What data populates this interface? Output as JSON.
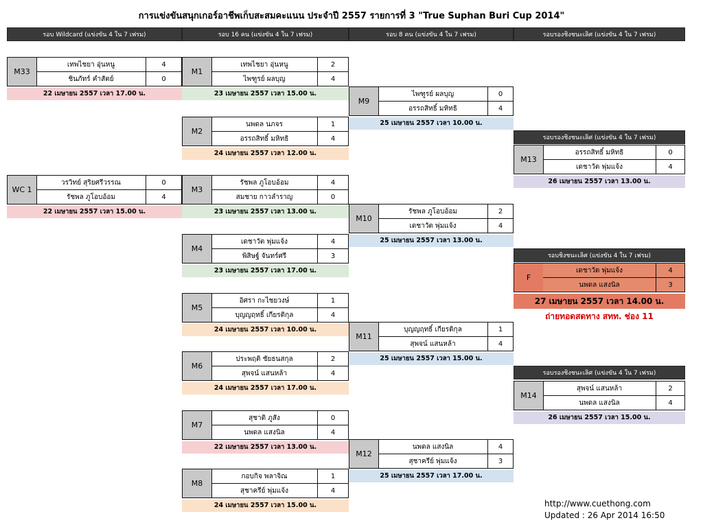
{
  "title": "การแข่งขันสนุกเกอร์อาชีพเก็บสะสมคะแนน ประจำปี 2557 รายการที่ 3 \"True Suphan Buri Cup 2014\"",
  "headers": [
    "รอบ Wildcard  (แข่งขัน 4 ใน 7 เฟรม)",
    "รอบ 16 คน  (แข่งขัน 4 ใน 7 เฟรม)",
    "รอบ 8 คน  (แข่งขัน 4 ใน 7 เฟรม)",
    "รอบรองชิงชนะเลิศ (แข่งขัน 4 ใน 7 เฟรม)"
  ],
  "semi_header": "รอบรองชิงชนะเลิศ (แข่งขัน 4 ใน 7 เฟรม)",
  "final_header": "รอบชิงชนะเลิศ (แข่งขัน 4 ใน 7 เฟรม)",
  "matches": {
    "M33": {
      "id": "M33",
      "p1": "เทพไชยา อุ่นหนู",
      "s1": "4",
      "p2": "ชินภัทร์ คำสัตย์",
      "s2": "0",
      "date": "22 เมษายน 2557 เวลา 17.00 น.",
      "color": "#f6cfd2"
    },
    "WC1": {
      "id": "WC 1",
      "p1": "วรวิทย์ สุริยศรีวรรณ",
      "s1": "0",
      "p2": "รัชพล ภูโอบอ้อม",
      "s2": "4",
      "date": "22 เมษายน 2557 เวลา 15.00 น.",
      "color": "#f6cfd2"
    },
    "M1": {
      "id": "M1",
      "p1": "เทพไชยา อุ่นหนู",
      "s1": "2",
      "p2": "ไพฑูรย์ ผลบุญ",
      "s2": "4",
      "date": "23 เมษายน 2557 เวลา 15.00 น.",
      "color": "#dcebd9"
    },
    "M2": {
      "id": "M2",
      "p1": "นพดล นภจร",
      "s1": "1",
      "p2": "อรรถสิทธิ์ มหิทธิ",
      "s2": "4",
      "date": "24 เมษายน 2557 เวลา 12.00 น.",
      "color": "#fbe1c8"
    },
    "M3": {
      "id": "M3",
      "p1": "รัชพล ภูโอบอ้อม",
      "s1": "4",
      "p2": "สมชาย กาวลำราญ",
      "s2": "0",
      "date": "23 เมษายน 2557 เวลา 13.00 น.",
      "color": "#dcebd9"
    },
    "M4": {
      "id": "M4",
      "p1": "เดชาวัต พุ่มแจ้ง",
      "s1": "4",
      "p2": "พิสิษฐ์ จันทร์ศรี",
      "s2": "3",
      "date": "23 เมษายน 2557 เวลา 17.00 น.",
      "color": "#dcebd9"
    },
    "M5": {
      "id": "M5",
      "p1": "อิศรา กะไชยวงษ์",
      "s1": "1",
      "p2": "บุญญฤทธิ์ เกียรติกุล",
      "s2": "4",
      "date": "24 เมษายน 2557 เวลา 10.00 น.",
      "color": "#fbe1c8"
    },
    "M6": {
      "id": "M6",
      "p1": "ประพฤติ ชัยธนสกุล",
      "s1": "2",
      "p2": "สุพจน์ แสนหล้า",
      "s2": "4",
      "date": "24 เมษายน 2557 เวลา 17.00 น.",
      "color": "#fbe1c8"
    },
    "M7": {
      "id": "M7",
      "p1": "สุชาติ ภูสัง",
      "s1": "0",
      "p2": "นพดล แสงนิล",
      "s2": "4",
      "date": "22 เมษายน 2557 เวลา 13.00 น.",
      "color": "#f6cfd2"
    },
    "M8": {
      "id": "M8",
      "p1": "กอบกิจ พลาจิณ",
      "s1": "1",
      "p2": "สุชาครีย์ พุ่มแจ้ง",
      "s2": "4",
      "date": "24 เมษายน 2557 เวลา 15.00 น.",
      "color": "#fbe1c8"
    },
    "M9": {
      "id": "M9",
      "p1": "ไพฑูรย์ ผลบุญ",
      "s1": "0",
      "p2": "อรรถสิทธิ์ มหิทธิ",
      "s2": "4",
      "date": "25 เมษายน 2557 เวลา 10.00 น.",
      "color": "#d3e2f0"
    },
    "M10": {
      "id": "M10",
      "p1": "รัชพล ภูโอบอ้อม",
      "s1": "2",
      "p2": "เดชาวัต พุ่มแจ้ง",
      "s2": "4",
      "date": "25 เมษายน 2557 เวลา 13.00 น.",
      "color": "#d3e2f0"
    },
    "M11": {
      "id": "M11",
      "p1": "บุญญฤทธิ์ เกียรติกุล",
      "s1": "1",
      "p2": "สุพจน์ แสนหล้า",
      "s2": "4",
      "date": "25 เมษายน 2557 เวลา 15.00 น.",
      "color": "#d3e2f0"
    },
    "M12": {
      "id": "M12",
      "p1": "นพดล แสงนิล",
      "s1": "4",
      "p2": "สุชาครีย์ พุ่มแจ้ง",
      "s2": "3",
      "date": "25 เมษายน 2557 เวลา 17.00 น.",
      "color": "#d3e2f0"
    },
    "M13": {
      "id": "M13",
      "p1": "อรรถสิทธิ์ มหิทธิ",
      "s1": "0",
      "p2": "เดชาวัต พุ่มแจ้ง",
      "s2": "4",
      "date": "26 เมษายน 2557 เวลา 13.00 น.",
      "color": "#dcd6ea"
    },
    "M14": {
      "id": "M14",
      "p1": "สุพจน์ แสนหล้า",
      "s1": "2",
      "p2": "นพดล แสงนิล",
      "s2": "4",
      "date": "26 เมษายน 2557 เวลา 15.00 น.",
      "color": "#dcd6ea"
    },
    "F": {
      "id": "F",
      "p1": "เดชาวัต พุ่มแจ้ง",
      "s1": "4",
      "p2": "นพดล แสงนิล",
      "s2": "3"
    }
  },
  "final_date": "27 เมษายน 2557 เวลา 14.00 น.",
  "broadcast": "ถ่ายทอดสดทาง สทท. ช่อง 11",
  "site": "http://www.cuethong.com",
  "updated": "Updated : 26 Apr 2014 16:50"
}
